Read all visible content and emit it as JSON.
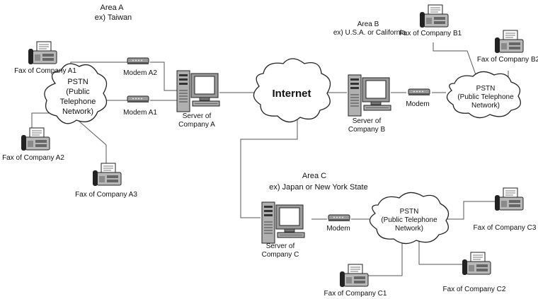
{
  "areas": {
    "a": {
      "name": "Area A",
      "example": "ex) Taiwan"
    },
    "b": {
      "name": "Area B",
      "example": "ex) U.S.A. or California"
    },
    "c": {
      "name": "Area C",
      "example": "ex) Japan or New York State"
    }
  },
  "internet": {
    "label": "Internet"
  },
  "pstn": {
    "a": {
      "lines": [
        "PSTN",
        "(Public",
        "Telephone",
        "Network)"
      ]
    },
    "b": {
      "lines": [
        "PSTN",
        "(Public Telephone",
        "Network)"
      ]
    },
    "c": {
      "lines": [
        "PSTN",
        "(Public Telephone",
        "Network)"
      ]
    }
  },
  "servers": {
    "a": {
      "lines": [
        "Server of",
        "Company A"
      ]
    },
    "b": {
      "lines": [
        "Server of",
        "Company B"
      ]
    },
    "c": {
      "lines": [
        "Server of",
        "Company C"
      ]
    }
  },
  "modems": {
    "a1": "Modem A1",
    "a2": "Modem A2",
    "b": "Modem",
    "c": "Modem"
  },
  "faxes": {
    "a1": "Fax of Company A1",
    "a2": "Fax of Company A2",
    "a3": "Fax of Company A3",
    "b1": "Fax of Company B1",
    "b2": "Fax of Company B2",
    "c1": "Fax of Company C1",
    "c2": "Fax of Company C2",
    "c3": "Fax of Company C3"
  }
}
